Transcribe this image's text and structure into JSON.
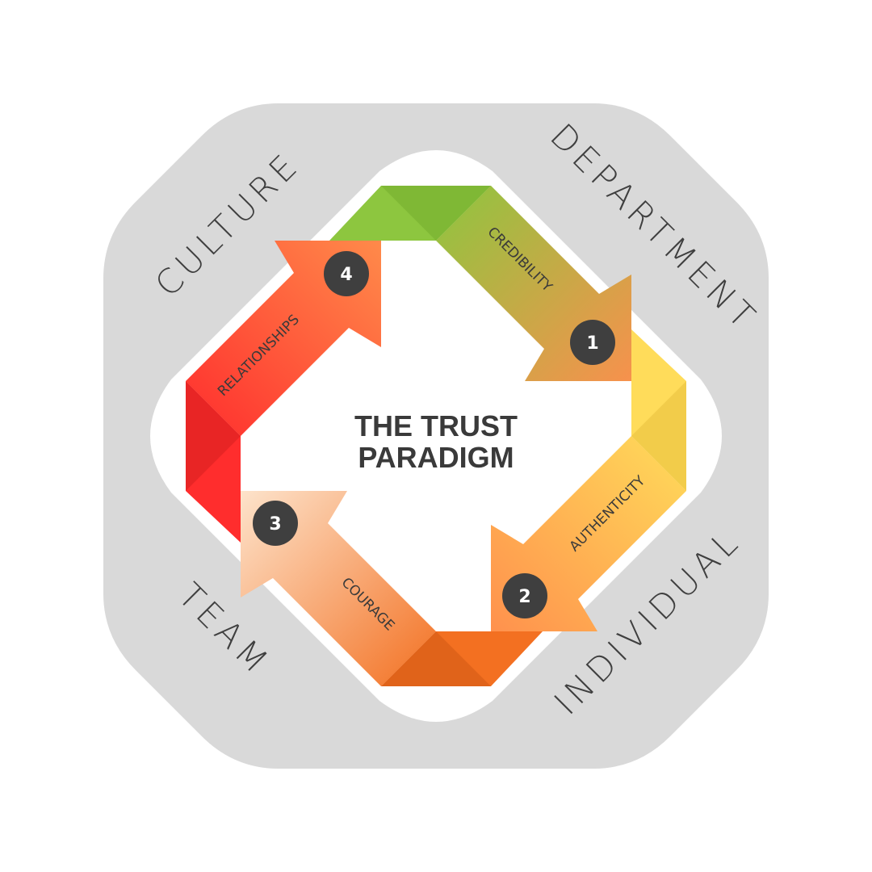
{
  "title": {
    "line1": "THE TRUST",
    "line2": "PARADIGM"
  },
  "outer_labels": {
    "top_left": "CULTURE",
    "top_right": "DEPARTMENT",
    "bottom_right": "INDIVIDUAL",
    "bottom_left": "TEAM"
  },
  "steps": [
    {
      "number": "1",
      "label": "CREDIBILITY",
      "color_start": "#8dc63f",
      "color_end": "#f7914d"
    },
    {
      "number": "2",
      "label": "AUTHENTICITY",
      "color_start": "#ffdc5a",
      "color_end": "#ff914d"
    },
    {
      "number": "3",
      "label": "COURAGE",
      "color_start": "#f37021",
      "color_end": "#fde3cb"
    },
    {
      "number": "4",
      "label": "RELATIONSHIPS",
      "color_start": "#ff2d2d",
      "color_end": "#ff8a4a"
    }
  ],
  "colors": {
    "outer_ring": "#d9d9d9",
    "badge": "#3f3f3f",
    "corner_top": "#8dc63f",
    "corner_right": "#ffdc5a",
    "corner_bottom": "#f37021",
    "corner_left": "#ff2d2d"
  }
}
